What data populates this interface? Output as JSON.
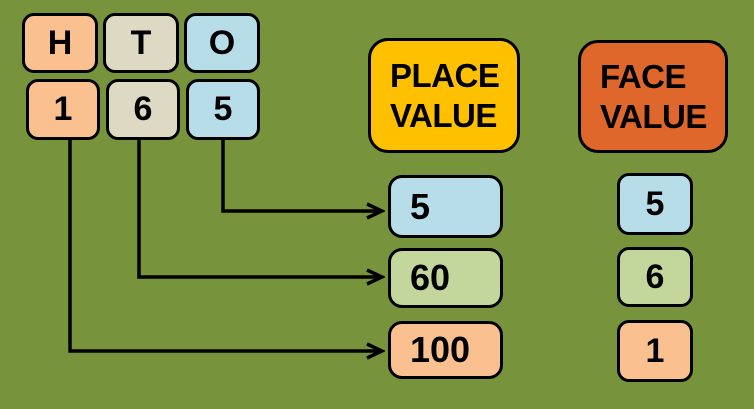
{
  "diagram": {
    "type": "place-value-vs-face-value",
    "colors": {
      "background": "#77933C",
      "outline": "#000000",
      "arrow": "#000000",
      "text": "#000000",
      "hundreds_fill": "#FAC090",
      "tens_grid_fill": "#DDD9C3",
      "ones_fill": "#B7DEE8",
      "tens_value_fill": "#C3D69B",
      "place_header_fill": "#FFC000",
      "face_header_fill": "#E0672B"
    },
    "headers": {
      "place": {
        "line1": "PLACE",
        "line2": "VALUE"
      },
      "face": {
        "line1": "FACE",
        "line2": "VALUE"
      }
    },
    "columns": [
      {
        "name": "hundreds",
        "letter": "H",
        "digit": "1",
        "place_value": "100",
        "face_value": "1"
      },
      {
        "name": "tens",
        "letter": "T",
        "digit": "6",
        "place_value": "60",
        "face_value": "6"
      },
      {
        "name": "ones",
        "letter": "O",
        "digit": "5",
        "place_value": "5",
        "face_value": "5"
      }
    ]
  }
}
